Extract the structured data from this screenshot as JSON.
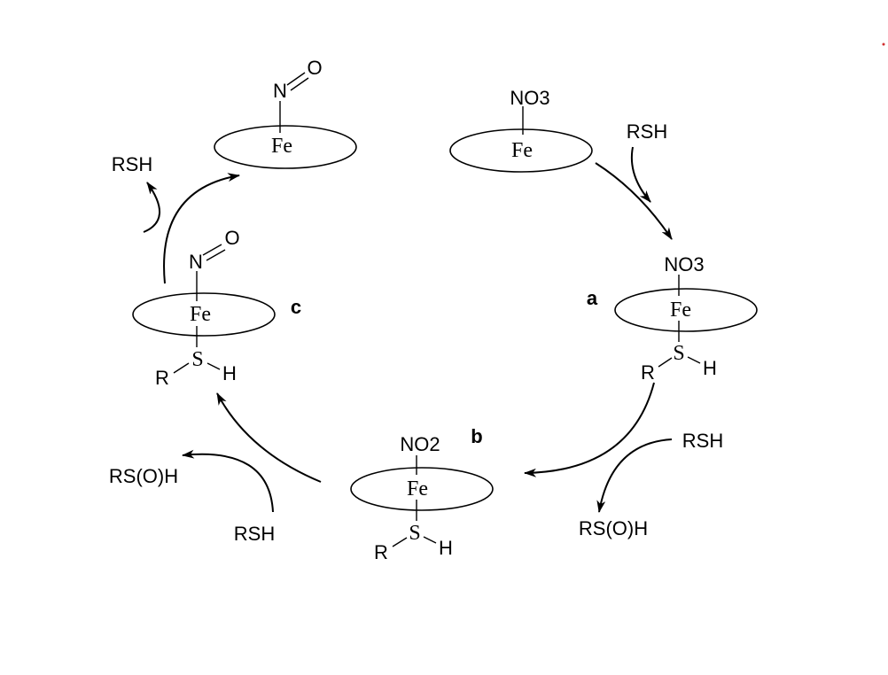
{
  "labels": {
    "a": "a",
    "b": "b",
    "c": "c"
  },
  "complex_top_left": {
    "metal": "Fe",
    "ligand_N": "N",
    "ligand_O": "O"
  },
  "complex_top_right": {
    "metal": "Fe",
    "ligand": "NO3"
  },
  "complex_a": {
    "metal": "Fe",
    "ligand": "NO3",
    "S": "S",
    "R": "R",
    "H": "H"
  },
  "complex_b": {
    "metal": "Fe",
    "ligand": "NO2",
    "S": "S",
    "R": "R",
    "H": "H"
  },
  "complex_c": {
    "metal": "Fe",
    "ligand_N": "N",
    "ligand_O": "O",
    "S": "S",
    "R": "R",
    "H": "H"
  },
  "reagents": {
    "rsh_top_right": "RSH",
    "rsh_right": "RSH",
    "rsoh_right": "RS(O)H",
    "rsh_bottom_left": "RSH",
    "rsoh_left": "RS(O)H",
    "rsh_top_left": "RSH"
  },
  "colors": {
    "ink": "#000000",
    "stray_dot": "#d03030"
  }
}
